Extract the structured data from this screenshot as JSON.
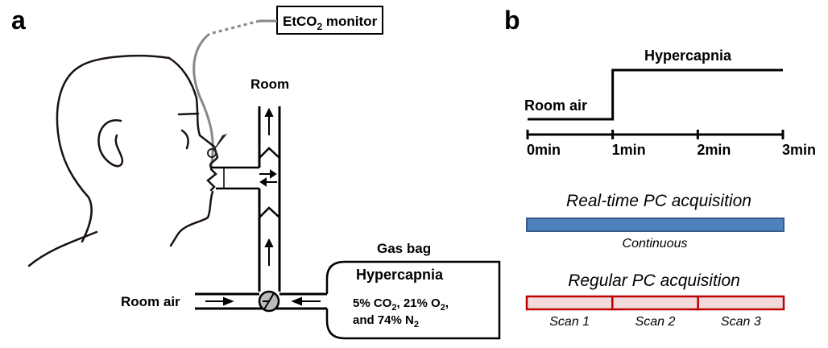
{
  "panel_a": {
    "label": "a",
    "monitor": {
      "text": "EtCO",
      "sub": "2",
      "suffix": " monitor"
    },
    "room_label": "Room",
    "room_air_label": "Room air",
    "gas_bag_label": "Gas bag",
    "bag": {
      "title": "Hypercapnia",
      "line1": [
        {
          "t": "5% CO"
        },
        {
          "t": "2",
          "sub": true
        },
        {
          "t": ", 21% O"
        },
        {
          "t": "2",
          "sub": true
        },
        {
          "t": ","
        }
      ],
      "line2": [
        {
          "t": "and 74% N"
        },
        {
          "t": "2",
          "sub": true
        }
      ]
    }
  },
  "panel_b": {
    "label": "b",
    "timeline": {
      "hypercapnia_label": "Hypercapnia",
      "room_air_label": "Room air",
      "ticks": [
        "0min",
        "1min",
        "2min",
        "3min"
      ],
      "switch_at_min": 1,
      "total_min": 3
    },
    "realtime": {
      "title": "Real-time PC acquisition",
      "caption": "Continuous",
      "color": "#4f81bd",
      "border": "#385d8a"
    },
    "regular": {
      "title": "Regular PC acquisition",
      "scans": [
        "Scan 1",
        "Scan 2",
        "Scan 3"
      ],
      "color": "#f2dcdb",
      "border": "#c00000"
    }
  }
}
